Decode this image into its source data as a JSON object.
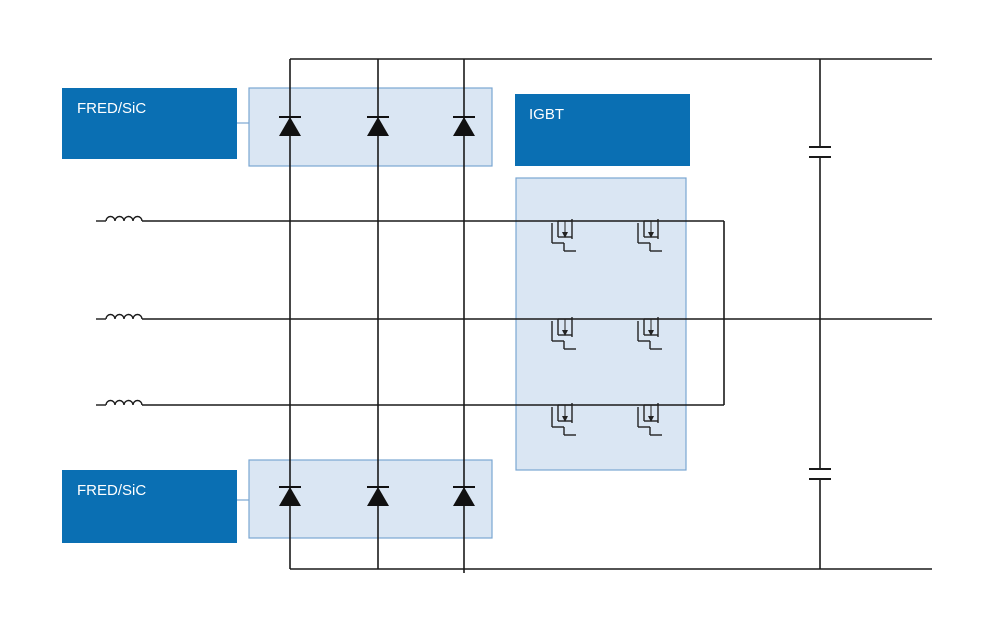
{
  "labels": {
    "top_diode_block": "FRED/SiC",
    "bottom_diode_block": "FRED/SiC",
    "switch_block": "IGBT"
  },
  "colors": {
    "label_fill": "#0a6fb3",
    "module_fill": "#dae6f3",
    "module_stroke": "#7aa6d2",
    "wire": "#1a1a1a"
  },
  "components": {
    "diodes_per_bridge": 3,
    "inductors": 3,
    "transistor_rows": 3,
    "transistors_per_row": 2,
    "capacitors": 2
  }
}
